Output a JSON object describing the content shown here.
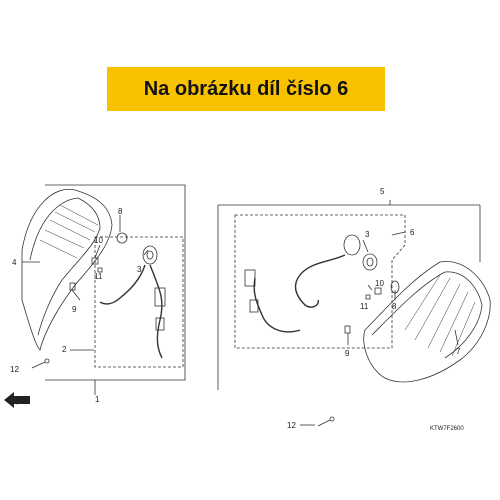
{
  "banner": {
    "text": "Na obrázku díl číslo 6",
    "color": "#f8c200"
  },
  "direction_label": "FR.",
  "diagram_code": "KTW7F2600",
  "callouts": [
    {
      "id": "c1",
      "label": "1"
    },
    {
      "id": "c2",
      "label": "2"
    },
    {
      "id": "c3a",
      "label": "3"
    },
    {
      "id": "c4",
      "label": "4"
    },
    {
      "id": "c8a",
      "label": "8"
    },
    {
      "id": "c9a",
      "label": "9"
    },
    {
      "id": "c10a",
      "label": "10"
    },
    {
      "id": "c11a",
      "label": "11"
    },
    {
      "id": "c12a",
      "label": "12"
    },
    {
      "id": "c5",
      "label": "5"
    },
    {
      "id": "c6",
      "label": "6"
    },
    {
      "id": "c3b",
      "label": "3"
    },
    {
      "id": "c10b",
      "label": "10"
    },
    {
      "id": "c11b",
      "label": "11"
    },
    {
      "id": "c8b",
      "label": "8"
    },
    {
      "id": "c9b",
      "label": "9"
    },
    {
      "id": "c7",
      "label": "7"
    },
    {
      "id": "c12b",
      "label": "12"
    }
  ]
}
